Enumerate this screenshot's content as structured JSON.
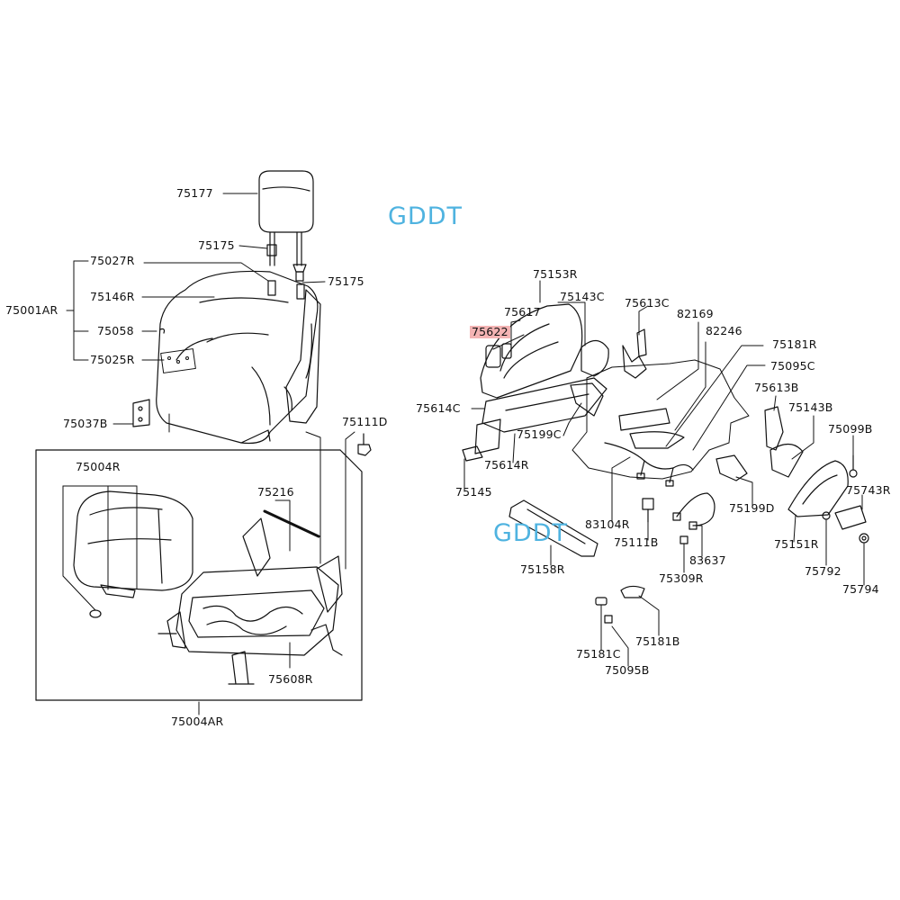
{
  "watermarks": [
    "GDDT",
    "GDDT"
  ],
  "colors": {
    "watermark": "#4fb3e0",
    "highlight": "#f4b4b4",
    "line": "#111111"
  },
  "labels": {
    "p75177": "75177",
    "p75175a": "75175",
    "p75175b": "75175",
    "p75027R": "75027R",
    "p75146R": "75146R",
    "p75001AR": "75001AR",
    "p75058": "75058",
    "p75025R": "75025R",
    "p75037B": "75037B",
    "p75111D": "75111D",
    "p75004R": "75004R",
    "p75216": "75216",
    "p75608R": "75608R",
    "p75004AR": "75004AR",
    "p75153R": "75153R",
    "p75617": "75617",
    "p75143C": "75143C",
    "p75613C": "75613C",
    "p82169": "82169",
    "p82246": "82246",
    "p75622": "75622",
    "p75181R": "75181R",
    "p75095C": "75095C",
    "p75614C": "75614C",
    "p75613B": "75613B",
    "p75143B": "75143B",
    "p75199C": "75199C",
    "p75099B": "75099B",
    "p75614R": "75614R",
    "p75145": "75145",
    "p83104R": "83104R",
    "p75111B": "75111B",
    "p75199D": "75199D",
    "p75743R": "75743R",
    "p75151R": "75151R",
    "p83637": "83637",
    "p75158R": "75158R",
    "p75309R": "75309R",
    "p75792": "75792",
    "p75794": "75794",
    "p75181C": "75181C",
    "p75181B": "75181B",
    "p75095B": "75095B"
  }
}
